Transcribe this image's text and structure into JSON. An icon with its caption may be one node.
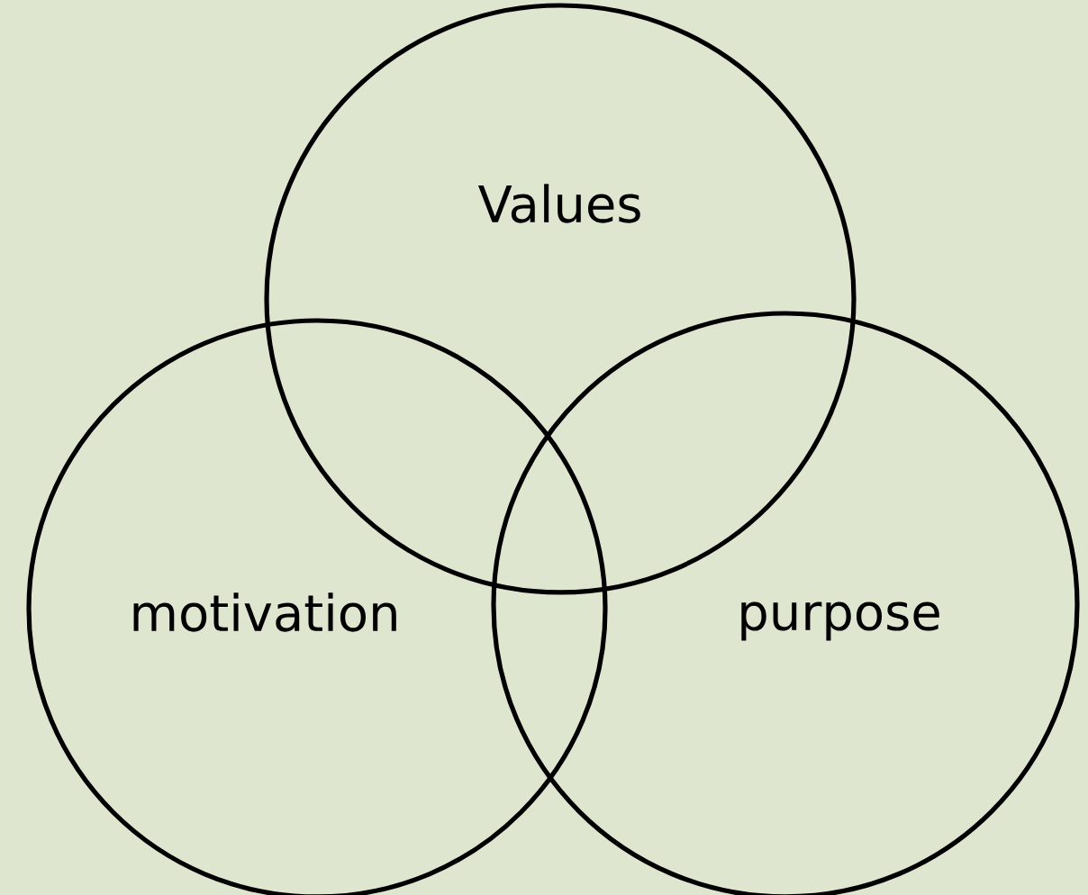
{
  "diagram": {
    "nodes": [
      {
        "text": [
          "Values"
        ]
      },
      {
        "text": [
          "motivation"
        ]
      },
      {
        "text": [
          "purpose"
        ]
      }
    ]
  }
}
